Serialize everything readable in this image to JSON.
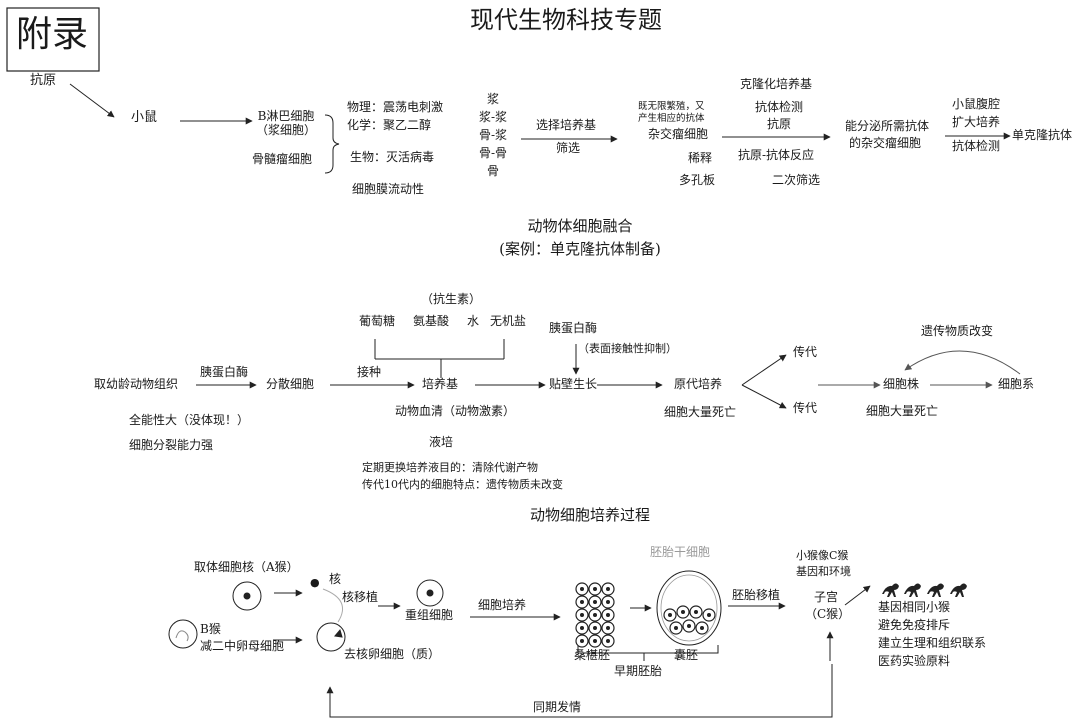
{
  "badge": "附录",
  "main_title": "现代生物科技专题",
  "section1": {
    "antigen": "抗原",
    "mouse": "小鼠",
    "b_cell": "B淋巴细胞",
    "b_cell_sub": "（浆细胞）",
    "myeloma": "骨髓瘤细胞",
    "physical": "物理：震荡电刺激",
    "chemical": "化学：聚乙二醇",
    "biological": "生物：灭活病毒",
    "membrane": "细胞膜流动性",
    "fusion_types": [
      "浆",
      "浆-浆",
      "骨-浆",
      "骨-骨",
      "骨"
    ],
    "select_medium": "选择培养基",
    "screen": "筛选",
    "hybridoma_desc_1": "既无限繁殖，又",
    "hybridoma_desc_2": "产生相应的抗体",
    "hybridoma": "杂交瘤细胞",
    "dilute": "稀释",
    "multiwell": "多孔板",
    "clone_medium": "克隆化培养基",
    "antibody_test": "抗体检测",
    "antigen2": "抗原",
    "antigen_antibody": "抗原-抗体反应",
    "second_screen": "二次筛选",
    "secreting_1": "能分泌所需抗体",
    "secreting_2": "的杂交瘤细胞",
    "mouse_cavity": "小鼠腹腔",
    "expand_culture": "扩大培养",
    "antibody_test2": "抗体检测",
    "mab": "单克隆抗体",
    "caption_1": "动物体细胞融合",
    "caption_2": "(案例：单克隆抗体制备)"
  },
  "section2": {
    "antibiotics": "（抗生素）",
    "glucose": "葡萄糖",
    "amino": "氨基酸",
    "water": "水",
    "salt": "无机盐",
    "tissue": "取幼龄动物组织",
    "trypsin": "胰蛋白酶",
    "dispersed": "分散细胞",
    "inoculate": "接种",
    "medium": "培养基",
    "serum": "动物血清（动物激素）",
    "liquid": "液培",
    "trypsin2": "胰蛋白酶",
    "contact_inhibit": "（表面接触性抑制）",
    "adherent": "贴壁生长",
    "primary": "原代培养",
    "death1": "细胞大量死亡",
    "passage1": "传代",
    "passage2": "传代",
    "cell_strain": "细胞株",
    "death2": "细胞大量死亡",
    "genetic_change": "遗传物质改变",
    "cell_line": "细胞系",
    "totipotency": "全能性大（没体现！）",
    "division": "细胞分裂能力强",
    "note1": "定期更换培养液目的：清除代谢产物",
    "note2": "传代10代内的细胞特点：遗传物质未改变",
    "caption": "动物细胞培养过程"
  },
  "section3": {
    "take_nucleus": "取体细胞核（A猴）",
    "nucleus": "核",
    "nuclear_transfer": "核移植",
    "b_monkey": "B猴",
    "oocyte": "减二中卵母细胞",
    "enucleated": "去核卵细胞（质）",
    "recombined": "重组细胞",
    "cell_culture": "细胞培养",
    "morula": "桑椹胚",
    "blastocyst": "囊胚",
    "stem_cell": "胚胎干细胞",
    "early_embryo": "早期胚胎",
    "embryo_transfer": "胚胎移植",
    "like_c": "小猴像C猴",
    "gene_env": "基因和环境",
    "uterus": "子宫",
    "c_monkey": "（C猴）",
    "outcomes": [
      "基因相同小猴",
      "避免免疫排斥",
      "建立生理和组织联系",
      "医药实验原料"
    ],
    "estrus": "同期发情"
  }
}
